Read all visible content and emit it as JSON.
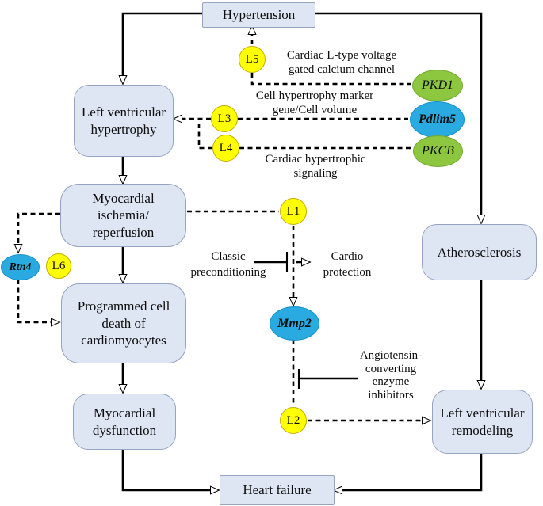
{
  "colors": {
    "node_fill": "#dee5f3",
    "node_border": "#97a4c0",
    "locus_fill": "#ffff00",
    "locus_border": "#c3ac00",
    "gene_green": "#8dc63f",
    "gene_green_border": "#74a930",
    "gene_blue": "#29abe2",
    "gene_blue_border": "#1590c8",
    "line": "#000000"
  },
  "nodes": {
    "hypertension": {
      "label": "Hypertension"
    },
    "left_ventricular_hypertrophy": {
      "label": "Left ventricular hypertrophy"
    },
    "myocardial_ischemia_reperfusion": {
      "label": "Myocardial ischemia/ reperfusion"
    },
    "programmed_cell_death": {
      "label": "Programmed cell death of cardiomyocytes"
    },
    "myocardial_dysfunction": {
      "label": "Myocardial dysfunction"
    },
    "heart_failure": {
      "label": "Heart failure"
    },
    "atherosclerosis": {
      "label": "Atherosclerosis"
    },
    "left_ventricular_remodeling": {
      "label": "Left ventricular remodeling"
    }
  },
  "genes": {
    "pkd1": {
      "label": "PKD1",
      "color": "#8dc63f"
    },
    "pdlim5": {
      "label": "Pdlim5",
      "color": "#29abe2"
    },
    "pkcb": {
      "label": "PKCB",
      "color": "#8dc63f"
    },
    "mmp2": {
      "label": "Mmp2",
      "color": "#29abe2"
    },
    "rtn4": {
      "label": "Rtn4",
      "color": "#29abe2"
    }
  },
  "linkage_markers": {
    "l1": {
      "label": "L1"
    },
    "l2": {
      "label": "L2"
    },
    "l3": {
      "label": "L3"
    },
    "l4": {
      "label": "L4"
    },
    "l5": {
      "label": "L5"
    },
    "l6": {
      "label": "L6"
    }
  },
  "annotations": {
    "l5_pathway": "Cardiac L-type voltage gated calcium channel",
    "l3_pathway": "Cell hypertrophy marker gene/Cell volume",
    "l4_pathway": "Cardiac hypertrophic signaling",
    "classic_preconditioning": "Classic preconditioning",
    "cardio_protection": "Cardio protection",
    "ace_inhibitors": "Angiotensin- converting enzyme inhibitors"
  }
}
